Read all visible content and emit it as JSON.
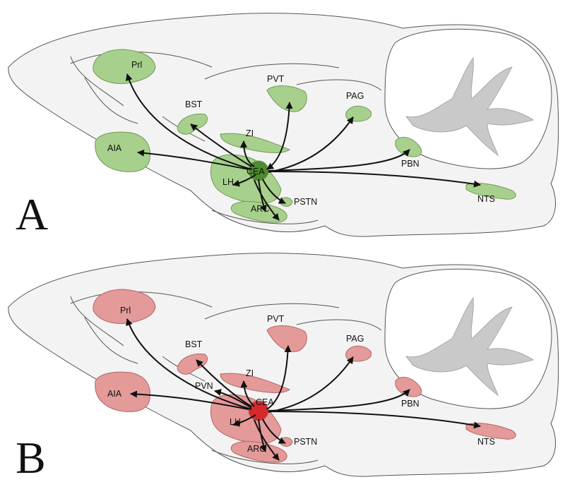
{
  "panels": [
    {
      "letter": "A",
      "theme": {
        "fill": "#a8d08d",
        "stroke": "#6f9a55",
        "hub": "#4f8a2e"
      },
      "regions": {
        "Prl": "Prl",
        "AIA": "AIA",
        "BST": "BST",
        "PVT": "PVT",
        "PAG": "PAG",
        "ZI": "ZI",
        "CEA": "CEA",
        "LH": "LH",
        "ARC": "ARC",
        "PSTN": "PSTN",
        "PBN": "PBN",
        "NTS": "NTS"
      }
    },
    {
      "letter": "B",
      "theme": {
        "fill": "#e59a9a",
        "stroke": "#b06666",
        "hub": "#d42a2a"
      },
      "regions": {
        "Prl": "Prl",
        "AIA": "AIA",
        "BST": "BST",
        "PVT": "PVT",
        "PAG": "PAG",
        "ZI": "ZI",
        "PVN": "PVN",
        "CEA": "CEA",
        "LH": "LH",
        "ARC": "ARC",
        "PSTN": "PSTN",
        "PBN": "PBN",
        "NTS": "NTS"
      }
    }
  ]
}
